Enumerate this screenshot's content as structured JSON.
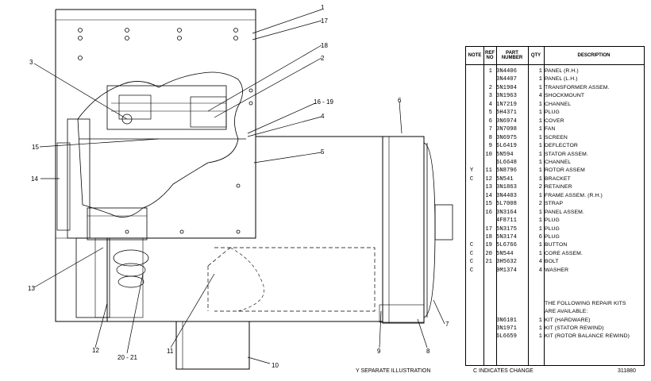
{
  "callouts": {
    "c1": "1",
    "c17": "17",
    "c18": "18",
    "c2": "2",
    "c3": "3",
    "c16_19": "16 - 19",
    "c4": "4",
    "c6": "6",
    "c15": "15",
    "c5": "5",
    "c14": "14",
    "c13": "13",
    "c12": "12",
    "c20_21": "20 - 21",
    "c11": "11",
    "c9": "9",
    "c8": "8",
    "c7": "7",
    "c10": "10"
  },
  "table": {
    "headers": {
      "note": "NOTE",
      "ref_no": "REF NO",
      "part_number": "PART NUMBER",
      "qty": "QTY",
      "description": "DESCRIPTION"
    },
    "rows": [
      {
        "note": "",
        "ref": "1",
        "part": "3N4406",
        "qty": "1",
        "desc": "PANEL (R.H.)"
      },
      {
        "note": "",
        "ref": "",
        "part": "3N4407",
        "qty": "1",
        "desc": "PANEL (L.H.)"
      },
      {
        "note": "",
        "ref": "2",
        "part": "5N1904",
        "qty": "1",
        "desc": "TRANSFORMER ASSEM."
      },
      {
        "note": "",
        "ref": "3",
        "part": "3N1963",
        "qty": "4",
        "desc": "SHOCKMOUNT"
      },
      {
        "note": "",
        "ref": "4",
        "part": "1N7219",
        "qty": "1",
        "desc": "CHANNEL"
      },
      {
        "note": "",
        "ref": "5",
        "part": "5H4371",
        "qty": "1",
        "desc": "PLUG"
      },
      {
        "note": "",
        "ref": "6",
        "part": "3N6974",
        "qty": "1",
        "desc": "COVER"
      },
      {
        "note": "",
        "ref": "7",
        "part": "3N7098",
        "qty": "1",
        "desc": "FAN"
      },
      {
        "note": "",
        "ref": "8",
        "part": "3N6975",
        "qty": "1",
        "desc": "SCREEN"
      },
      {
        "note": "",
        "ref": "9",
        "part": "6L6419",
        "qty": "1",
        "desc": "DEFLECTOR"
      },
      {
        "note": "",
        "ref": "10",
        "part": "5N594",
        "qty": "1",
        "desc": "STATOR ASSEM."
      },
      {
        "note": "",
        "ref": "",
        "part": "6L6648",
        "qty": "1",
        "desc": "  CHANNEL"
      },
      {
        "note": "Y",
        "ref": "11",
        "part": "5N8796",
        "qty": "1",
        "desc": "ROTOR ASSEM"
      },
      {
        "note": "C",
        "ref": "12",
        "part": "5N541",
        "qty": "1",
        "desc": "BRACKET"
      },
      {
        "note": "",
        "ref": "13",
        "part": "3N1863",
        "qty": "2",
        "desc": "RETAINER"
      },
      {
        "note": "",
        "ref": "14",
        "part": "3N4403",
        "qty": "1",
        "desc": "FRAME ASSEM. (R.H.)"
      },
      {
        "note": "",
        "ref": "15",
        "part": "5L7008",
        "qty": "2",
        "desc": "STRAP"
      },
      {
        "note": "",
        "ref": "16",
        "part": "3N3164",
        "qty": "1",
        "desc": "PANEL ASSEM."
      },
      {
        "note": "",
        "ref": "",
        "part": "4F8711",
        "qty": "1",
        "desc": "  PLUG"
      },
      {
        "note": "",
        "ref": "17",
        "part": "5N3175",
        "qty": "1",
        "desc": "  PLUG"
      },
      {
        "note": "",
        "ref": "18",
        "part": "5N3174",
        "qty": "6",
        "desc": "  PLUG"
      },
      {
        "note": "C",
        "ref": "19",
        "part": "5L6766",
        "qty": "1",
        "desc": "  BUTTON"
      },
      {
        "note": "C",
        "ref": "20",
        "part": "5N544",
        "qty": "1",
        "desc": "CORE ASSEM."
      },
      {
        "note": "C",
        "ref": "21",
        "part": "3H5632",
        "qty": "4",
        "desc": "BOLT"
      },
      {
        "note": "C",
        "ref": "",
        "part": "9M1374",
        "qty": "4",
        "desc": "WASHER"
      },
      {
        "note": "",
        "ref": "",
        "part": "",
        "qty": "",
        "desc": ""
      },
      {
        "note": "",
        "ref": "",
        "part": "",
        "qty": "",
        "desc": ""
      },
      {
        "note": "",
        "ref": "",
        "part": "",
        "qty": "",
        "desc": ""
      },
      {
        "note": "",
        "ref": "",
        "part": "",
        "qty": "",
        "desc": "THE FOLLOWING REPAIR KITS"
      },
      {
        "note": "",
        "ref": "",
        "part": "",
        "qty": "",
        "desc": "    ARE AVAILABLE:"
      },
      {
        "note": "",
        "ref": "",
        "part": "3N6101",
        "qty": "1",
        "desc": "KIT (HARDWARE)"
      },
      {
        "note": "",
        "ref": "",
        "part": "3N1971",
        "qty": "1",
        "desc": "KIT (STATOR REWIND)"
      },
      {
        "note": "",
        "ref": "",
        "part": "6L6659",
        "qty": "1",
        "desc": "KIT (ROTOR BALANCE REWIND)"
      }
    ]
  },
  "footer": {
    "separate_illustration": "Y    SEPARATE ILLUSTRATION",
    "indicates_change": "C    INDICATES CHANGE",
    "figure_number": "311880"
  }
}
